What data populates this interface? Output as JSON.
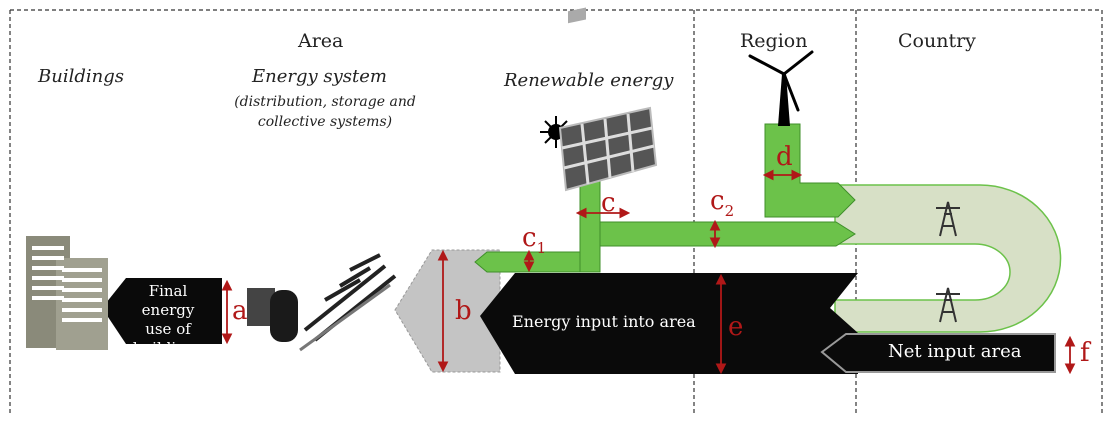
{
  "headers": {
    "area": "Area",
    "region": "Region",
    "country": "Country"
  },
  "categories": {
    "buildings": "Buildings",
    "energy_system": "Energy system",
    "energy_system_note_line1": "(distribution, storage and",
    "energy_system_note_line2": "collective systems)",
    "renewable_energy": "Renewable energy"
  },
  "flows": {
    "final_energy_line1": "Final energy",
    "final_energy_line2": "use of",
    "final_energy_line3": "buildings",
    "energy_input": "Energy input into area",
    "net_input": "Net input area"
  },
  "markers": {
    "a": "a",
    "b": "b",
    "c": "c",
    "c1": "c",
    "c1_sub": "1",
    "c2": "c",
    "c2_sub": "2",
    "d": "d",
    "e": "e",
    "f": "f"
  },
  "colors": {
    "green": "#6cc24a",
    "green_light": "#d7e0c6",
    "black": "#0a0a0a",
    "gray": "#c4c4c4",
    "red": "#b01818",
    "building": "#8a8a7a"
  },
  "icons": [
    "building-icon",
    "energy-system-icon",
    "solar-panel-icon",
    "sun-icon",
    "wind-turbine-icon",
    "pylon-icon"
  ]
}
